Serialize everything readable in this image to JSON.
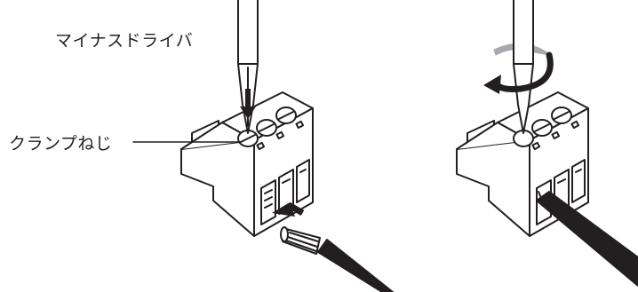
{
  "labels": {
    "screwdriver": "マイナスドライバ",
    "clamp_screw": "クランプねじ"
  },
  "colors": {
    "line": "#231f20",
    "fill": "#ffffff",
    "wire": "#231f20",
    "rotation_band": "#a7a9ac"
  },
  "steps": [
    {
      "name": "insert-wire",
      "arrow": "insert-arrow"
    },
    {
      "name": "tighten-screw",
      "arrow": "rotate-arrow"
    }
  ]
}
